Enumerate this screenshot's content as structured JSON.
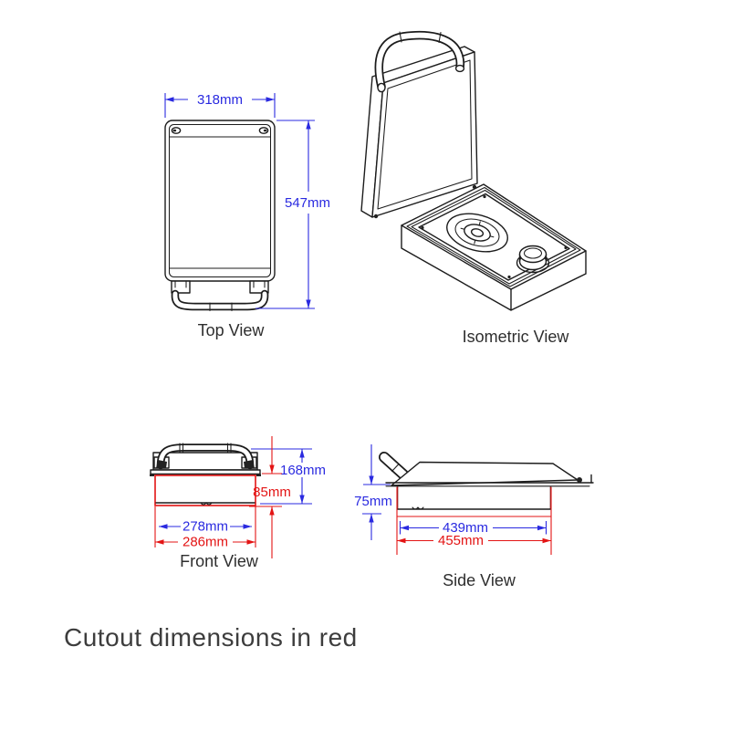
{
  "page": {
    "caption": "Cutout dimensions in red",
    "background": "#ffffff"
  },
  "colors": {
    "line": "#1c1c1c",
    "dimension_blue": "#2a2ae0",
    "cutout_red": "#e31414",
    "body_maroon": "#7c2828"
  },
  "views": {
    "top": {
      "label": "Top View",
      "dims": {
        "width": "318mm",
        "height": "547mm"
      }
    },
    "isometric": {
      "label": "Isometric View"
    },
    "front": {
      "label": "Front View",
      "dims": {
        "overall_height": "168mm",
        "cutout_depth": "85mm",
        "inner_width": "278mm",
        "cutout_width": "286mm"
      }
    },
    "side": {
      "label": "Side View",
      "dims": {
        "insert_depth": "75mm",
        "inner_length": "439mm",
        "cutout_length": "455mm"
      }
    }
  }
}
